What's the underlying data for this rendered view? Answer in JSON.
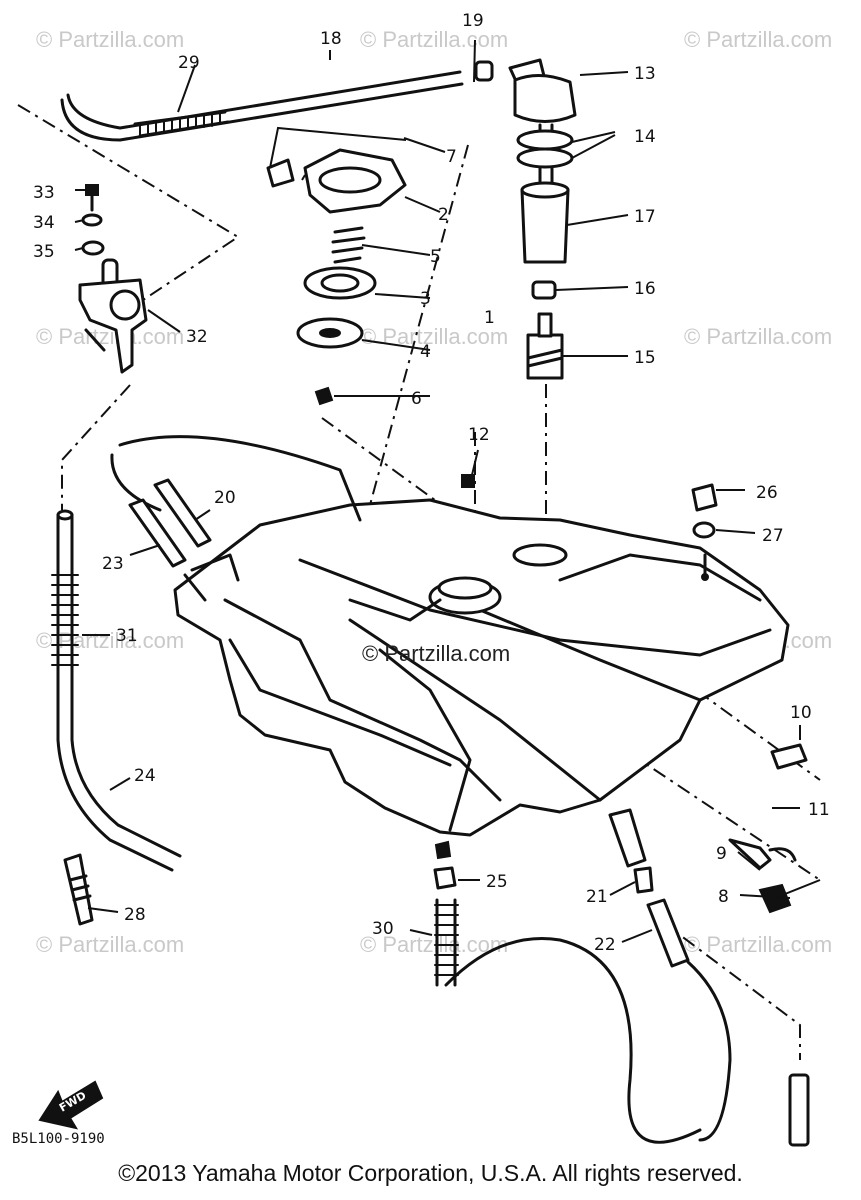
{
  "watermark": {
    "text": "© Partzilla.com",
    "center_text": "© Partzilla.com"
  },
  "diagram_code": "B5L100-9190",
  "fwd_label": "FWD",
  "copyright": "©2013 Yamaha Motor Corporation, U.S.A. All rights reserved.",
  "callouts": [
    "1",
    "2",
    "3",
    "4",
    "5",
    "6",
    "7",
    "8",
    "9",
    "10",
    "11",
    "12",
    "13",
    "14",
    "15",
    "16",
    "17",
    "18",
    "19",
    "20",
    "21",
    "22",
    "23",
    "24",
    "25",
    "26",
    "27",
    "28",
    "29",
    "30",
    "31",
    "32",
    "33",
    "34",
    "35"
  ]
}
